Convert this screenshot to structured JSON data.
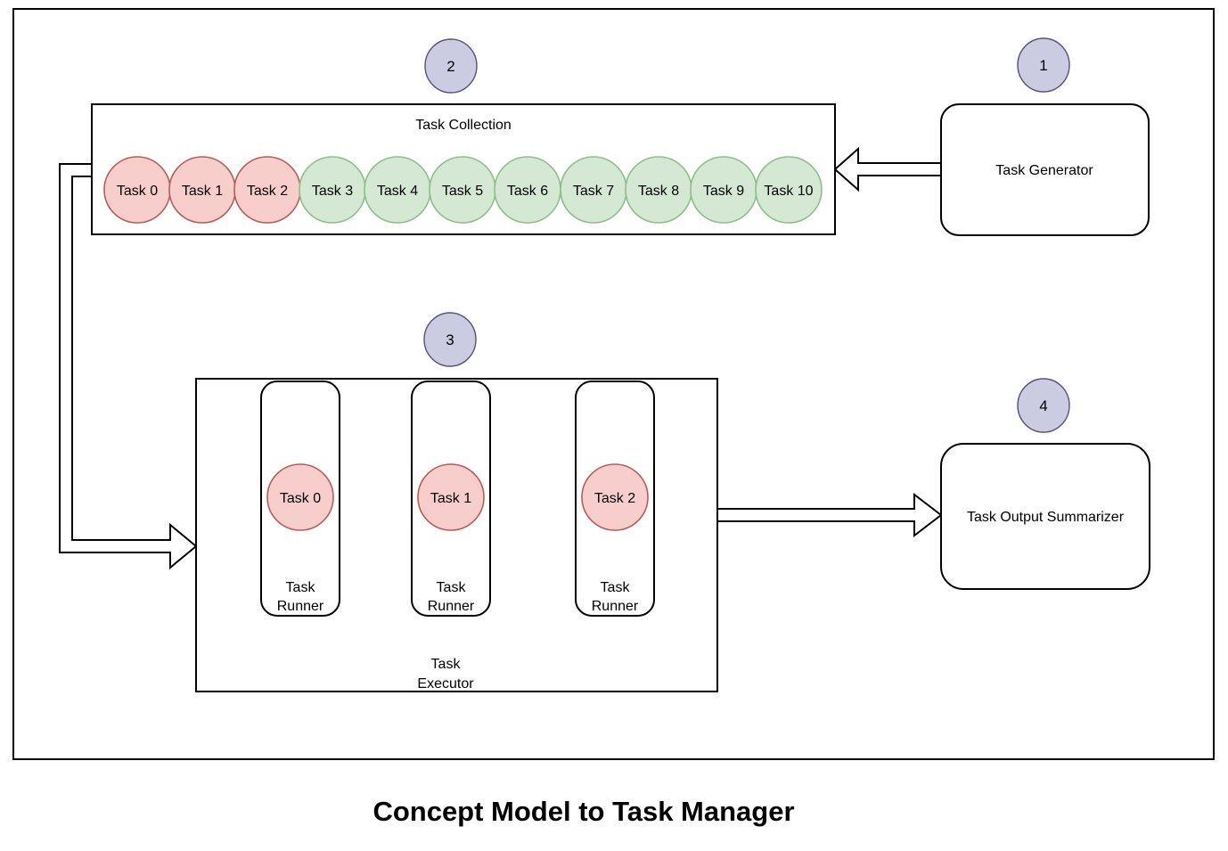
{
  "title": "Concept Model to Task Manager",
  "colors": {
    "task_active_fill": "#f8cecc",
    "task_active_stroke": "#bb5a56",
    "task_pending_fill": "#d5e8d4",
    "task_pending_stroke": "#8cbf88",
    "step_fill": "#cbcbe2",
    "step_stroke": "#56517e",
    "line": "#000000"
  },
  "nodes": {
    "task_generator": {
      "step": "1",
      "label": "Task Generator"
    },
    "task_collection": {
      "step": "2",
      "label": "Task Collection",
      "tasks": [
        {
          "label": "Task 0",
          "state": "active"
        },
        {
          "label": "Task 1",
          "state": "active"
        },
        {
          "label": "Task 2",
          "state": "active"
        },
        {
          "label": "Task 3",
          "state": "pending"
        },
        {
          "label": "Task 4",
          "state": "pending"
        },
        {
          "label": "Task 5",
          "state": "pending"
        },
        {
          "label": "Task 6",
          "state": "pending"
        },
        {
          "label": "Task 7",
          "state": "pending"
        },
        {
          "label": "Task 8",
          "state": "pending"
        },
        {
          "label": "Task 9",
          "state": "pending"
        },
        {
          "label": "Task 10",
          "state": "pending"
        }
      ]
    },
    "task_executor": {
      "step": "3",
      "label": [
        "Task",
        "Executor"
      ],
      "runners": [
        {
          "label": [
            "Task",
            "Runner"
          ],
          "task": "Task 0"
        },
        {
          "label": [
            "Task",
            "Runner"
          ],
          "task": "Task 1"
        },
        {
          "label": [
            "Task",
            "Runner"
          ],
          "task": "Task 2"
        }
      ]
    },
    "task_output_summarizer": {
      "step": "4",
      "label": "Task Output Summarizer"
    }
  }
}
